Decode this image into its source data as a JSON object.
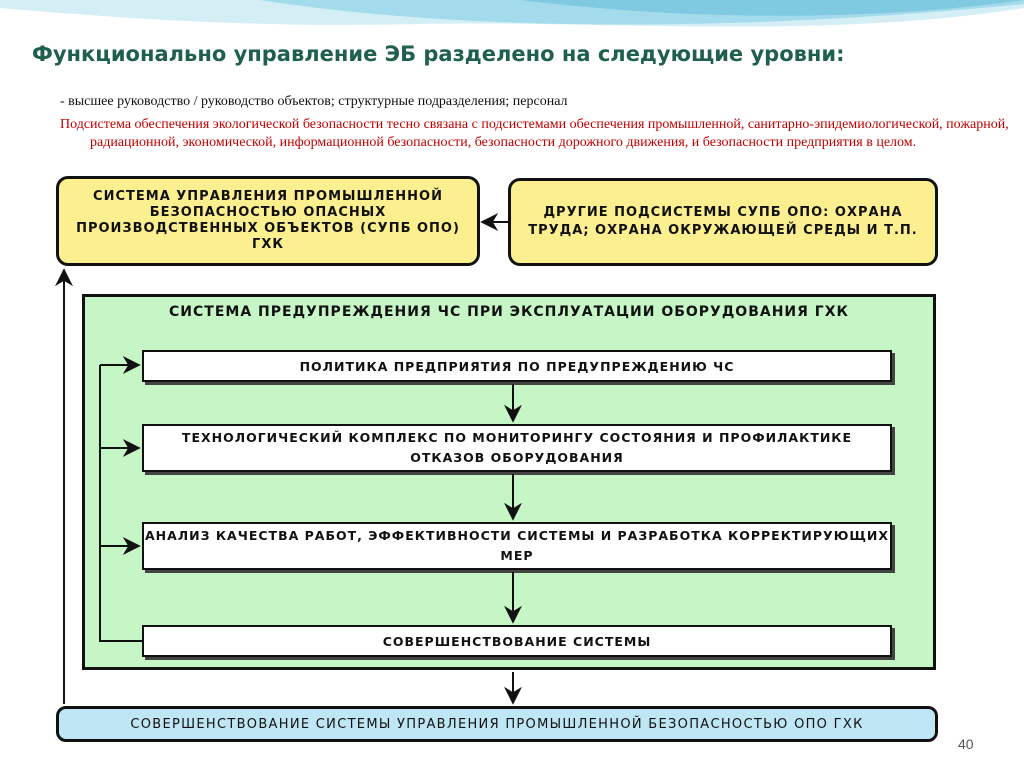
{
  "slide": {
    "title": "Функционально управление ЭБ разделено на следующие уровни:",
    "subtitle": "- высшее руководство / руководство объектов; структурные подразделения; персонал",
    "description": "Подсистема обеспечения экологической безопасности тесно связана с подсистемами обеспечения промышленной, санитарно-эпидемиологической, пожарной, радиационной, экономической, информационной безопасности, безопасности дорожного движения, и безопасности предприятия в целом.",
    "page_number": "40"
  },
  "diagram": {
    "management_system_box": "СИСТЕМА УПРАВЛЕНИЯ ПРОМЫШЛЕННОЙ БЕЗОПАСНОСТЬЮ ОПАСНЫХ ПРОИЗВОДСТВЕННЫХ ОБЪЕКТОВ (СУПБ ОПО) ГХК",
    "other_subsystems_box": "ДРУГИЕ ПОДСИСТЕМЫ СУПБ ОПО: ОХРАНА ТРУДА; ОХРАНА ОКРУЖАЮЩЕЙ СРЕДЫ И Т.П.",
    "prevention_system_title": "СИСТЕМА ПРЕДУПРЕЖДЕНИЯ ЧС ПРИ ЭКСПЛУАТАЦИИ ОБОРУДОВАНИЯ ГХК",
    "steps": [
      "ПОЛИТИКА ПРЕДПРИЯТИЯ ПО ПРЕДУПРЕЖДЕНИЮ ЧС",
      "ТЕХНОЛОГИЧЕСКИЙ КОМПЛЕКС ПО МОНИТОРИНГУ СОСТОЯНИЯ И ПРОФИЛАКТИКЕ ОТКАЗОВ ОБОРУДОВАНИЯ",
      "АНАЛИЗ КАЧЕСТВА РАБОТ, ЭФФЕКТИВНОСТИ СИСТЕМЫ И РАЗРАБОТКА КОРРЕКТИРУЮЩИХ МЕР",
      "СОВЕРШЕНСТВОВАНИЕ СИСТЕМЫ"
    ],
    "improvement_box": "СОВЕРШЕНСТВОВАНИЕ СИСТЕМЫ УПРАВЛЕНИЯ ПРОМЫШЛЕННОЙ БЕЗОПАСНОСТЬЮ ОПО ГХК"
  },
  "colors": {
    "title": "#1f5f4d",
    "description": "#c00000",
    "yellow_box": "#fbef8f",
    "green_panel": "#c6f6c6",
    "blue_box": "#bfe6f4",
    "wave": "#8fd3e8"
  }
}
